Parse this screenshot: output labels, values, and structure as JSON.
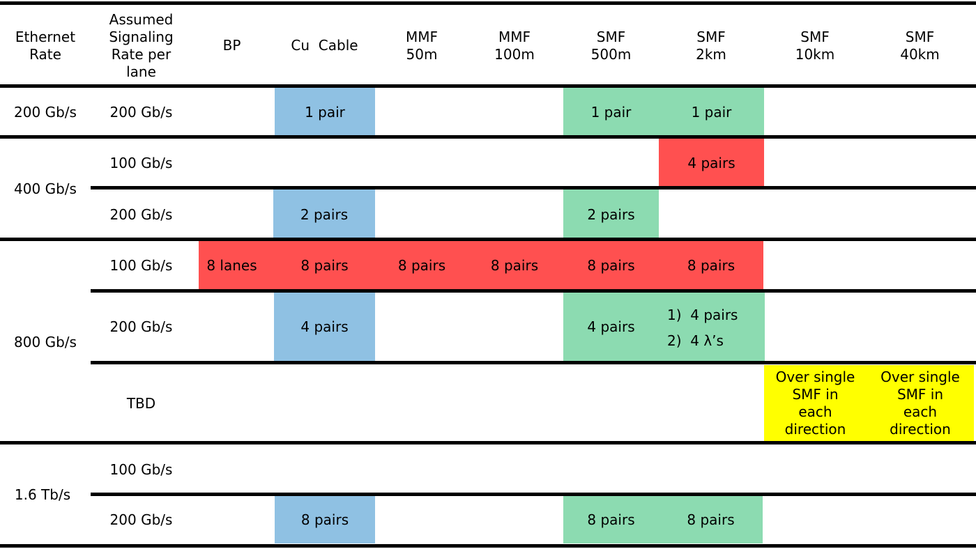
{
  "header": {
    "ethernet_rate": "Ethernet\nRate",
    "signaling": "Assumed\nSignaling\nRate per\nlane",
    "bp": "BP",
    "cu_cable": "Cu  Cable",
    "mmf50": "MMF\n50m",
    "mmf100": "MMF\n100m",
    "smf500": "SMF\n500m",
    "smf2k": "SMF\n2km",
    "smf10k": "SMF\n10km",
    "smf40k": "SMF\n40km"
  },
  "rates": {
    "r200": "200 Gb/s",
    "r400": "400 Gb/s",
    "r800": "800 Gb/s",
    "r16t": "1.6 Tb/s"
  },
  "lanes": {
    "l200_a": "200 Gb/s",
    "l400_100": "100 Gb/s",
    "l400_200": "200 Gb/s",
    "l800_100": "100 Gb/s",
    "l800_200": "200 Gb/s",
    "l800_tbd": "TBD",
    "l16_100": "100 Gb/s",
    "l16_200": "200 Gb/s"
  },
  "cells": {
    "r200_cu": "1 pair",
    "r200_smf500": "1 pair",
    "r200_smf2k": "1 pair",
    "r400_100_smf2k": "4 pairs",
    "r400_200_cu": "2 pairs",
    "r400_200_smf500": "2 pairs",
    "r800_100_bp": "8 lanes",
    "r800_100_cu": "8 pairs",
    "r800_100_mmf50": "8 pairs",
    "r800_100_mmf100": "8 pairs",
    "r800_100_smf500": "8 pairs",
    "r800_100_smf2k": "8 pairs",
    "r800_200_cu": "4 pairs",
    "r800_200_smf500": "4 pairs",
    "r800_200_smf2k_1": "1)  4 pairs",
    "r800_200_smf2k_2": "2)  4 λ’s",
    "r800_tbd_smf10k": "Over single\nSMF in\neach\ndirection",
    "r800_tbd_smf40k": "Over single\nSMF in\neach\ndirection",
    "r16_200_cu": "8 pairs",
    "r16_200_smf500": "8 pairs",
    "r16_200_smf2k": "8 pairs"
  },
  "colors": {
    "blue": "#8fc1e3",
    "green": "#8cdbb1",
    "red": "#ff5050",
    "yellow": "#ffff00"
  }
}
